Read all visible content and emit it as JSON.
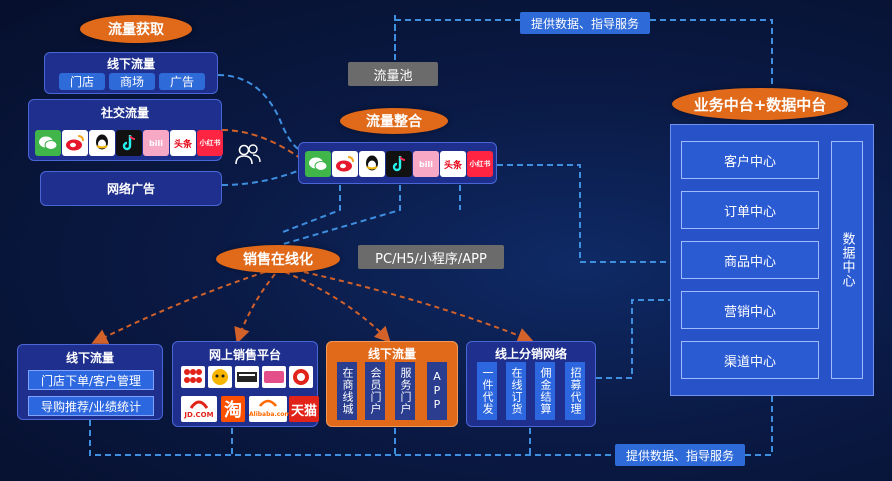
{
  "labels": {
    "traffic_acquire": "流量获取",
    "offline_traffic": "线下流量",
    "store": "门店",
    "mall": "商场",
    "ads": "广告",
    "social_traffic": "社交流量",
    "network_ads": "网络广告",
    "traffic_pool": "流量池",
    "traffic_integrate": "流量整合",
    "provide_top": "提供数据、指导服务",
    "provide_bottom": "提供数据、指导服务",
    "middle_platform": "业务中台+数据中台",
    "sales_online": "销售在线化",
    "channels": "PC/H5/小程序/APP",
    "customer_center": "客户中心",
    "order_center": "订单中心",
    "product_center": "商品中心",
    "marketing_center": "营销中心",
    "channel_center": "渠道中心",
    "data_center": "数据中心",
    "b1_title": "线下流量",
    "b1_btn1": "门店下单/客户管理",
    "b1_btn2": "导购推荐/业绩统计",
    "b2_title": "网上销售平台",
    "b3_title": "线下流量",
    "b3_c1": "在商线城",
    "b3_c2": "会员门户",
    "b3_c3": "服务门户",
    "b3_c4": "APP",
    "b4_title": "线上分销网络",
    "b4_c1": "一件代发",
    "b4_c2": "在线订货",
    "b4_c3": "佣金结算",
    "b4_c4": "招募代理"
  },
  "icons": {
    "social": [
      "wechat-icon",
      "weibo-icon",
      "qq-icon",
      "douyin-icon",
      "bilibili-icon",
      "toutiao-icon",
      "xiaohongshu-icon"
    ],
    "social_text": {
      "bilibili": "bili",
      "toutiao": "头条",
      "xiaohongshu": "小红书"
    },
    "platform_text": {
      "tmall_logo": "天猫",
      "taobao_logo": "淘",
      "jd_label": "JD.COM",
      "alibaba_label": "Alibaba.com"
    }
  },
  "colors": {
    "orange": "#e0691a",
    "navy": "#1e2f8e",
    "blue": "#2f6ad9",
    "wire_blue": "#3f8fe0",
    "wire_orange": "#d2612a"
  }
}
